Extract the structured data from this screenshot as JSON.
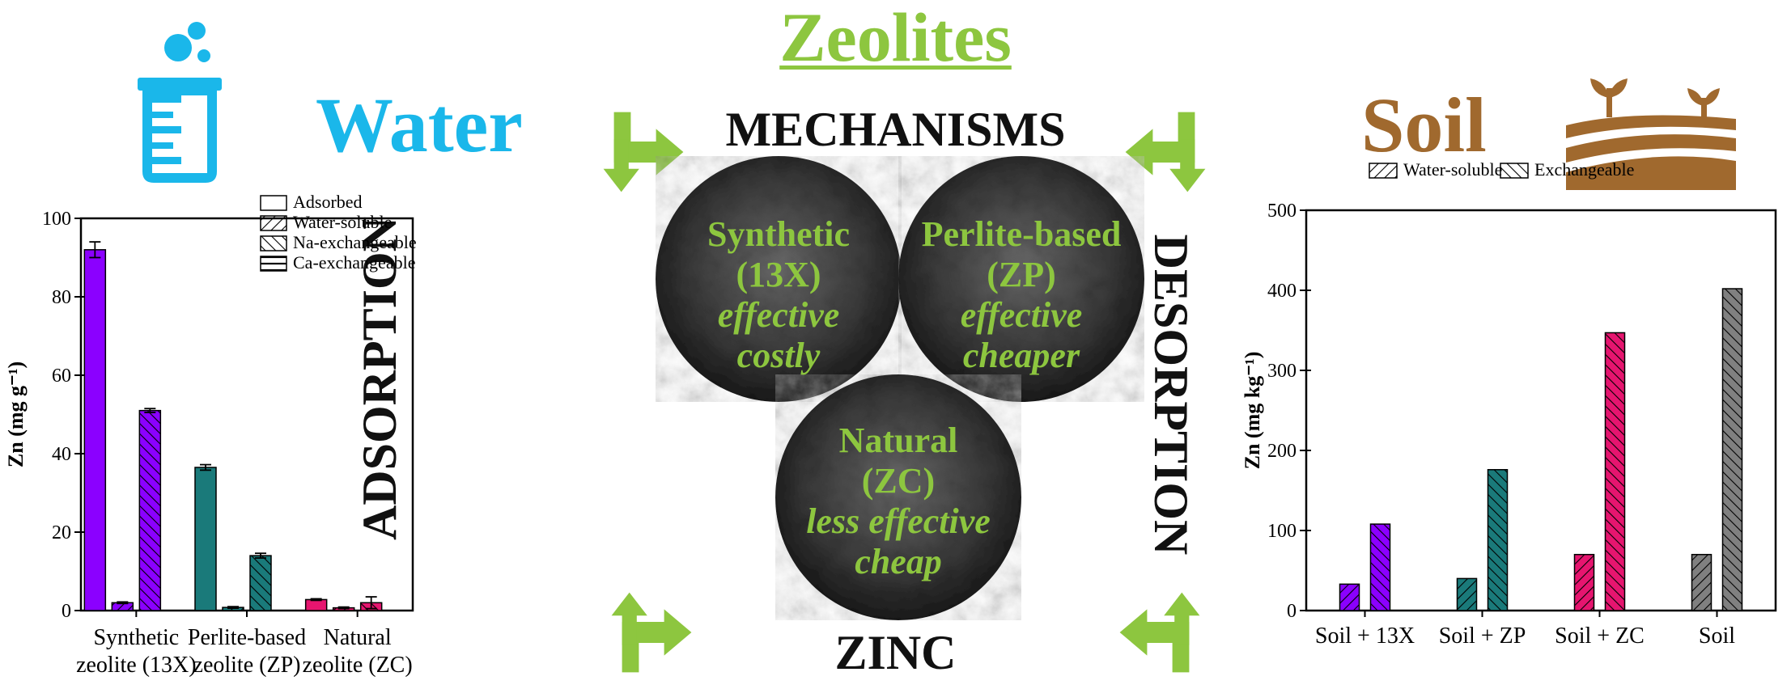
{
  "header": {
    "title": "Zeolites"
  },
  "water": {
    "title": "Water"
  },
  "soil": {
    "title": "Soil"
  },
  "mechanisms": {
    "top": "MECHANISMS",
    "bottom": "ZINC",
    "left": "ADSORPTION",
    "right": "DESORPTION"
  },
  "circles": {
    "synthetic": {
      "name": "Synthetic",
      "code": "(13X)",
      "note1": "effective",
      "note2": "costly"
    },
    "perlite": {
      "name": "Perlite-based",
      "code": "(ZP)",
      "note1": "effective",
      "note2": "cheaper"
    },
    "natural": {
      "name": "Natural",
      "code": "(ZC)",
      "note1": "less effective",
      "note2": "cheap"
    }
  },
  "colors": {
    "green": "#8dc63f",
    "water_blue": "#1ab7ea",
    "soil_brown": "#a0692e",
    "purple": "#8b00ff",
    "teal": "#1a7a7a",
    "pink": "#e6156f"
  },
  "icons": [
    "beaker-icon",
    "field-plant-icon",
    "cycle-arrow-icon"
  ],
  "chart_data": [
    {
      "type": "bar",
      "ylabel": "Zn (mg g⁻¹)",
      "ylim": [
        0,
        100
      ],
      "yticks": [
        0,
        20,
        40,
        60,
        80,
        100
      ],
      "categories": [
        [
          "Synthetic",
          "zeolite (13X)"
        ],
        [
          "Perlite-based",
          "zeolite (ZP)"
        ],
        [
          "Natural",
          "zeolite (ZC)"
        ]
      ],
      "series": [
        {
          "name": "Adsorbed",
          "values": [
            92,
            36.5,
            2.8
          ],
          "errors": [
            2,
            0.7,
            0.2
          ]
        },
        {
          "name": "Water-soluble",
          "values": [
            2,
            0.8,
            0.7
          ],
          "errors": [
            0.2,
            0.2,
            0.2
          ]
        },
        {
          "name": "Na-exchangeable",
          "values": [
            51,
            14,
            2
          ],
          "errors": [
            0.5,
            0.6,
            1.5
          ]
        },
        {
          "name": "Ca-exchangeable",
          "values": [
            0,
            0,
            0
          ],
          "errors": [
            0,
            0,
            0
          ]
        }
      ],
      "category_colors": [
        "#8b00ff",
        "#1a7a7a",
        "#e6156f"
      ],
      "legend": "top-right",
      "grid": false
    },
    {
      "type": "bar",
      "ylabel": "Zn (mg kg⁻¹)",
      "ylim": [
        0,
        500
      ],
      "yticks": [
        0,
        100,
        200,
        300,
        400,
        500
      ],
      "categories": [
        "Soil + 13X",
        "Soil + ZP",
        "Soil + ZC",
        "Soil"
      ],
      "series": [
        {
          "name": "Water-soluble",
          "values": [
            33,
            40,
            70,
            70
          ]
        },
        {
          "name": "Exchangeable",
          "values": [
            108,
            176,
            347,
            402
          ]
        }
      ],
      "category_colors": [
        "#8b00ff",
        "#1a7a7a",
        "#e6156f",
        "#808080"
      ],
      "legend": "top",
      "grid": false
    }
  ]
}
